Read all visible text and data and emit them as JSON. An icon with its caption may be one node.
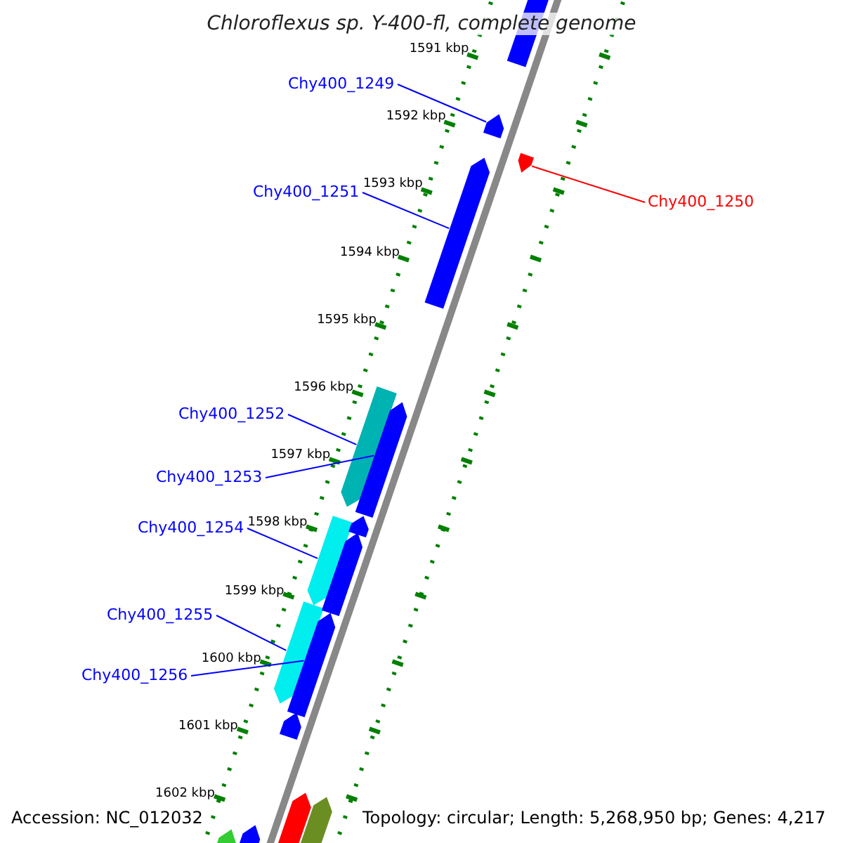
{
  "diagram": {
    "title": "Chloroflexus sp. Y-400-fl, complete genome",
    "nodes": [
      {
        "text": [
          "Chy400_1249"
        ]
      },
      {
        "text": [],
        "shape": "arrow"
      },
      {
        "text": [
          "Chy400_1251"
        ]
      },
      {
        "text": [],
        "shape": "arrow"
      },
      {
        "text": [
          "Chy400_1250"
        ]
      },
      {
        "text": [],
        "shape": "arrow"
      },
      {
        "text": [
          "Chy400_1252"
        ]
      },
      {
        "text": [],
        "shape": "arrow"
      },
      {
        "text": [
          "Chy400_1253"
        ]
      },
      {
        "text": [],
        "shape": "arrow"
      },
      {
        "text": [
          "Chy400_1254"
        ]
      },
      {
        "text": [],
        "shape": "arrow"
      },
      {
        "text": [
          "Chy400_1255"
        ]
      },
      {
        "text": [],
        "shape": "arrow"
      },
      {
        "text": [
          "Chy400_1256"
        ]
      },
      {
        "text": [],
        "shape": "arrow"
      },
      {
        "text": [],
        "shape": "arrow"
      },
      {
        "text": [],
        "shape": "arrow"
      },
      {
        "text": [],
        "shape": "arrow"
      },
      {
        "text": [],
        "shape": "arrow"
      },
      {
        "text": [],
        "shape": "arrow"
      },
      {
        "text": [],
        "shape": "arrow"
      },
      {
        "text": [],
        "shape": "arrow"
      },
      {
        "text": [],
        "shape": "arrow"
      }
    ],
    "edges": [
      {
        "from": 0,
        "to": 1,
        "arrow": "none"
      },
      {
        "from": 2,
        "to": 3,
        "arrow": "none"
      },
      {
        "from": 4,
        "to": 5,
        "arrow": "none",
        "color": "#ff0000"
      },
      {
        "from": 6,
        "to": 7,
        "arrow": "none"
      },
      {
        "from": 8,
        "to": 9,
        "arrow": "none"
      },
      {
        "from": 10,
        "to": 11,
        "arrow": "none"
      },
      {
        "from": 12,
        "to": 13,
        "arrow": "none"
      },
      {
        "from": 14,
        "to": 15,
        "arrow": "none"
      }
    ],
    "labels": [
      "1591 kbp",
      "1592 kbp",
      "1593 kbp",
      "1594 kbp",
      "1595 kbp",
      "1596 kbp",
      "1597 kbp",
      "1598 kbp",
      "1599 kbp",
      "1600 kbp",
      "1601 kbp",
      "1602 kbp",
      "Accession: NC_012032",
      "Topology: circular; Length: 5,268,950 bp; Genes: 4,217"
    ]
  }
}
